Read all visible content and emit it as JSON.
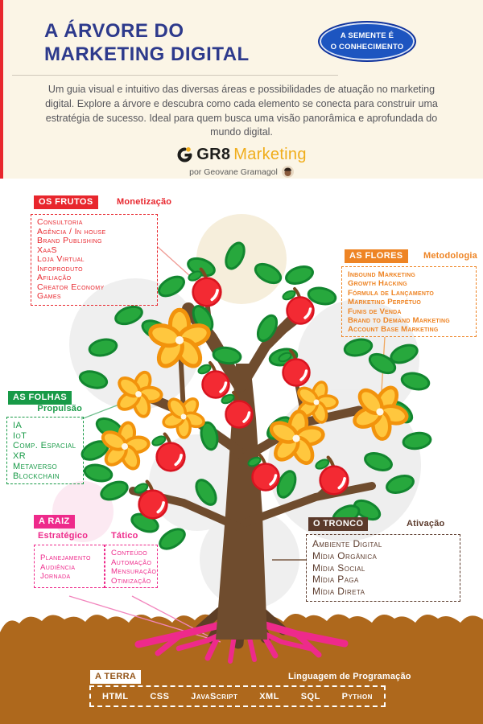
{
  "header": {
    "title_line1": "A ÁRVORE DO",
    "title_line2": "MARKETING DIGITAL",
    "seed_badge": {
      "line1": "A SEMENTE É",
      "line2": "O CONHECIMENTO"
    },
    "description": "Um guia visual e intuitivo das diversas áreas e possibilidades de atuação no marketing digital. Explore a árvore e descubra como cada elemento se conecta para construir uma estratégia de sucesso. Ideal para quem busca uma visão panorâmica e aprofundada do mundo digital.",
    "logo": {
      "bold": "GR8",
      "light": "Marketing",
      "byline": "por Geovane Gramagol"
    }
  },
  "sections": {
    "frutos": {
      "badge": "OS FRUTOS",
      "tag": "Monetização",
      "items": [
        "Consultoria",
        "Agência / In house",
        "Brand Publishing",
        "XaaS",
        "Loja Virtual",
        "Infoproduto",
        "Afiliação",
        "Creator Economy",
        "Games"
      ]
    },
    "flores": {
      "badge": "AS FLORES",
      "tag": "Metodologia",
      "items": [
        "Inbound Marketing",
        "Growth Hacking",
        "Fórmula de Lançamento",
        "Marketing Perpétuo",
        "Funis de Venda",
        "Brand to Demand Marketing",
        "Account Base Marketing"
      ]
    },
    "folhas": {
      "badge": "AS FOLHAS",
      "tag": "Propulsão",
      "items": [
        "IA",
        "IoT",
        "Comp. Espacial",
        "XR",
        "Metaverso",
        "Blockchain"
      ]
    },
    "raiz": {
      "badge": "A RAIZ",
      "columns": [
        {
          "label": "Estratégico",
          "items": [
            "Planejamento",
            "Audiência",
            "Jornada"
          ]
        },
        {
          "label": "Tático",
          "items": [
            "Conteúdo",
            "Automação",
            "Mensuração",
            "Otimização"
          ]
        }
      ]
    },
    "tronco": {
      "badge": "O TRONCO",
      "tag": "Ativação",
      "items": [
        "Ambiente Digital",
        "Mídia Orgânica",
        "Mídia Social",
        "Mídia Paga",
        "Mídia Direta"
      ]
    },
    "terra": {
      "badge": "A TERRA",
      "tag": "Linguagem de Programação",
      "items": [
        "HTML",
        "CSS",
        "JavaScript",
        "XML",
        "SQL",
        "Python"
      ]
    }
  },
  "colors": {
    "title": "#2d3a8c",
    "seed": "#1d55c0",
    "gold": "#f0ad1b",
    "frutos": "#e8262d",
    "flores": "#ee8424",
    "folhas": "#189a47",
    "raiz": "#ee2a8b",
    "tronco": "#5b3a2b",
    "terra-ground": "#ae681c",
    "terra-text": "#94551a",
    "leaf-green": "#27a83d",
    "apple-red": "#f32a33",
    "flower-yellow": "#ffc73e",
    "trunk-brown": "#6f4c2e"
  }
}
